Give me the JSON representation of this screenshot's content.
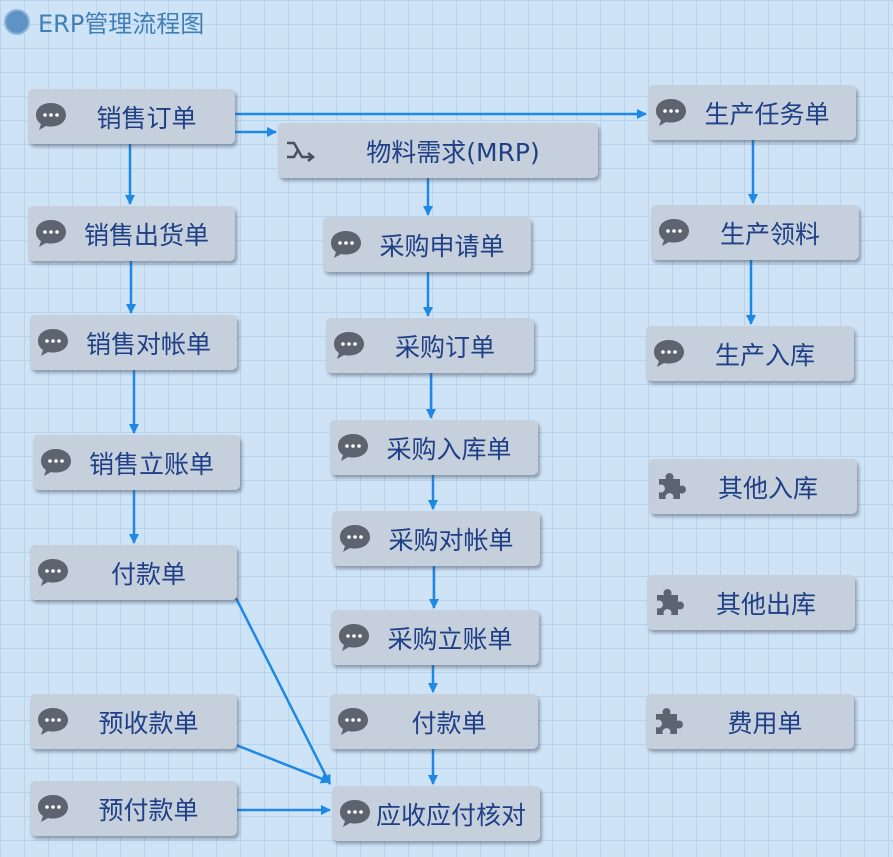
{
  "title": "ERP管理流程图",
  "colors": {
    "edge": "#1e88e5",
    "node_bg": "#c5d0dc",
    "label": "#1f3f86"
  },
  "nodes": [
    {
      "id": "sales-order",
      "label": "销售订单",
      "icon": "chat-icon"
    },
    {
      "id": "mrp",
      "label": "物料需求(MRP)",
      "icon": "merge-icon"
    },
    {
      "id": "production-task",
      "label": "生产任务单",
      "icon": "chat-icon"
    },
    {
      "id": "sales-delivery",
      "label": "销售出货单",
      "icon": "chat-icon"
    },
    {
      "id": "purchase-request",
      "label": "采购申请单",
      "icon": "chat-icon"
    },
    {
      "id": "production-material",
      "label": "生产领料",
      "icon": "chat-icon"
    },
    {
      "id": "sales-reconcile",
      "label": "销售对帐单",
      "icon": "chat-icon"
    },
    {
      "id": "purchase-order",
      "label": "采购订单",
      "icon": "chat-icon"
    },
    {
      "id": "production-in",
      "label": "生产入库",
      "icon": "chat-icon"
    },
    {
      "id": "sales-account",
      "label": "销售立账单",
      "icon": "chat-icon"
    },
    {
      "id": "purchase-in",
      "label": "采购入库单",
      "icon": "chat-icon"
    },
    {
      "id": "other-in",
      "label": "其他入库",
      "icon": "puzzle-icon"
    },
    {
      "id": "payment-left",
      "label": "付款单",
      "icon": "chat-icon"
    },
    {
      "id": "purchase-reconcile",
      "label": "采购对帐单",
      "icon": "chat-icon"
    },
    {
      "id": "other-out",
      "label": "其他出库",
      "icon": "puzzle-icon"
    },
    {
      "id": "purchase-account",
      "label": "采购立账单",
      "icon": "chat-icon"
    },
    {
      "id": "advance-receipt",
      "label": "预收款单",
      "icon": "chat-icon"
    },
    {
      "id": "payment-mid",
      "label": "付款单",
      "icon": "chat-icon"
    },
    {
      "id": "expense",
      "label": "费用单",
      "icon": "puzzle-icon"
    },
    {
      "id": "prepayment",
      "label": "预付款单",
      "icon": "chat-icon"
    },
    {
      "id": "ar-ap-check",
      "label": "应收应付核对",
      "icon": "chat-icon"
    }
  ]
}
